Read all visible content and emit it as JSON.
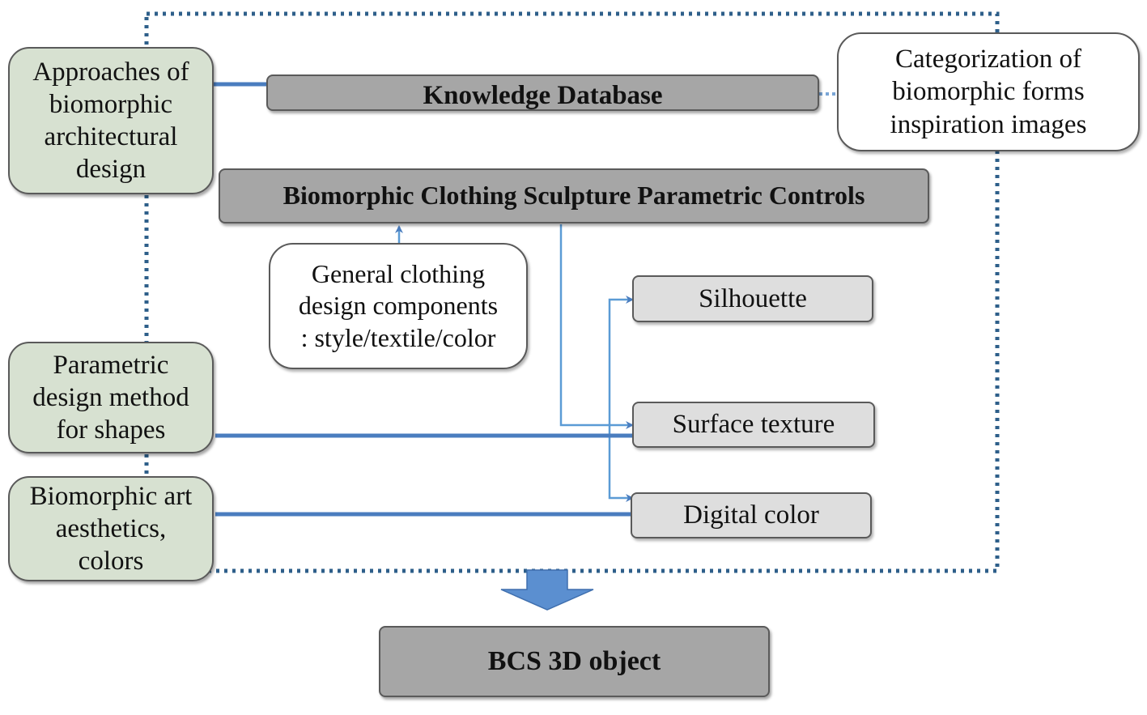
{
  "left_inputs": [
    {
      "lines": [
        "Approaches of",
        "biomorphic",
        "architectural",
        "design"
      ]
    },
    {
      "lines": [
        "Parametric",
        "design method",
        "for shapes"
      ]
    },
    {
      "lines": [
        "Biomorphic art",
        "aesthetics,",
        "colors"
      ]
    }
  ],
  "knowledge_database": "Knowledge Database",
  "categorization": {
    "lines": [
      "Categorization of",
      "biomorphic forms",
      "inspiration images"
    ]
  },
  "parametric_controls": "Biomorphic Clothing Sculpture Parametric Controls",
  "general_components": {
    "lines": [
      "General clothing",
      "design components",
      ": style/textile/color"
    ]
  },
  "outputs": [
    "Silhouette",
    "Surface texture",
    "Digital color"
  ],
  "result": "BCS 3D object",
  "colors": {
    "arrow_blue": "#4a7dbf",
    "connector_blue": "#5b9bd5",
    "dotted_border": "#2e5f8a",
    "input_box_fill": "#d7e1d1",
    "dark_box_fill": "#a6a6a6",
    "light_box_fill": "#dedede"
  }
}
